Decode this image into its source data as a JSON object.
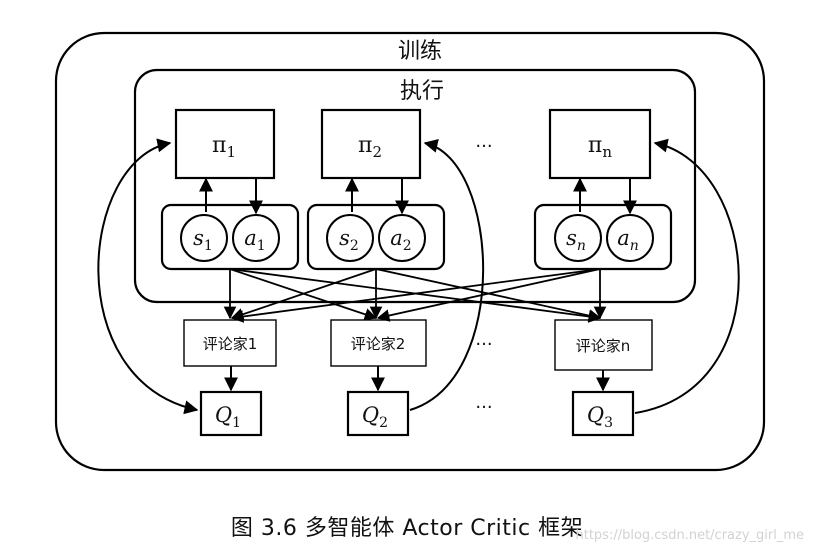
{
  "labels": {
    "training": "训练",
    "execution": "执行",
    "ellipsis": "···"
  },
  "agents": [
    {
      "policy_sym": "π",
      "policy_sub": "1",
      "state_sym": "s",
      "state_sub": "1",
      "action_sym": "a",
      "action_sub": "1"
    },
    {
      "policy_sym": "π",
      "policy_sub": "2",
      "state_sym": "s",
      "state_sub": "2",
      "action_sym": "a",
      "action_sub": "2"
    },
    {
      "policy_sym": "π",
      "policy_sub": "n",
      "state_sym": "s",
      "state_sub": "n",
      "action_sym": "a",
      "action_sub": "n"
    }
  ],
  "critics": [
    {
      "label": "评论家1"
    },
    {
      "label": "评论家2"
    },
    {
      "label": "评论家n"
    }
  ],
  "qvalues": [
    {
      "sym": "Q",
      "sub": "1"
    },
    {
      "sym": "Q",
      "sub": "2"
    },
    {
      "sym": "Q",
      "sub": "3"
    }
  ],
  "caption": "图 3.6    多智能体 Actor Critic 框架",
  "watermark": "https://blog.csdn.net/crazy_girl_me"
}
